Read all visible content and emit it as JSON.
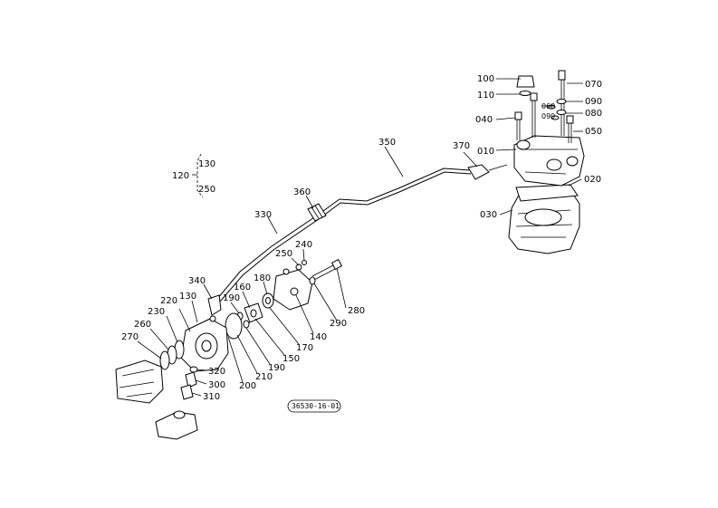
{
  "labels": {
    "l100": "100",
    "l110": "110",
    "l070": "070",
    "l090a": "090",
    "l060": "060",
    "l090b": "090",
    "l080": "080",
    "l040": "040",
    "l050": "050",
    "l010": "010",
    "l370": "370",
    "l350": "350",
    "l020": "020",
    "l030": "030",
    "l360": "360",
    "l330": "330",
    "l120": "120",
    "l130a": "130",
    "l250a": "250",
    "l250b": "250",
    "l240": "240",
    "l180": "180",
    "l160": "160",
    "l190a": "190",
    "l340": "340",
    "l280": "280",
    "l290": "290",
    "l220": "220",
    "l130b": "130",
    "l230": "230",
    "l260": "260",
    "l270": "270",
    "l140": "140",
    "l170": "170",
    "l150": "150",
    "l190b": "190",
    "l210": "210",
    "l200": "200",
    "l320": "320",
    "l300": "300",
    "l310": "310"
  },
  "diagram_code": "36530-16-01"
}
